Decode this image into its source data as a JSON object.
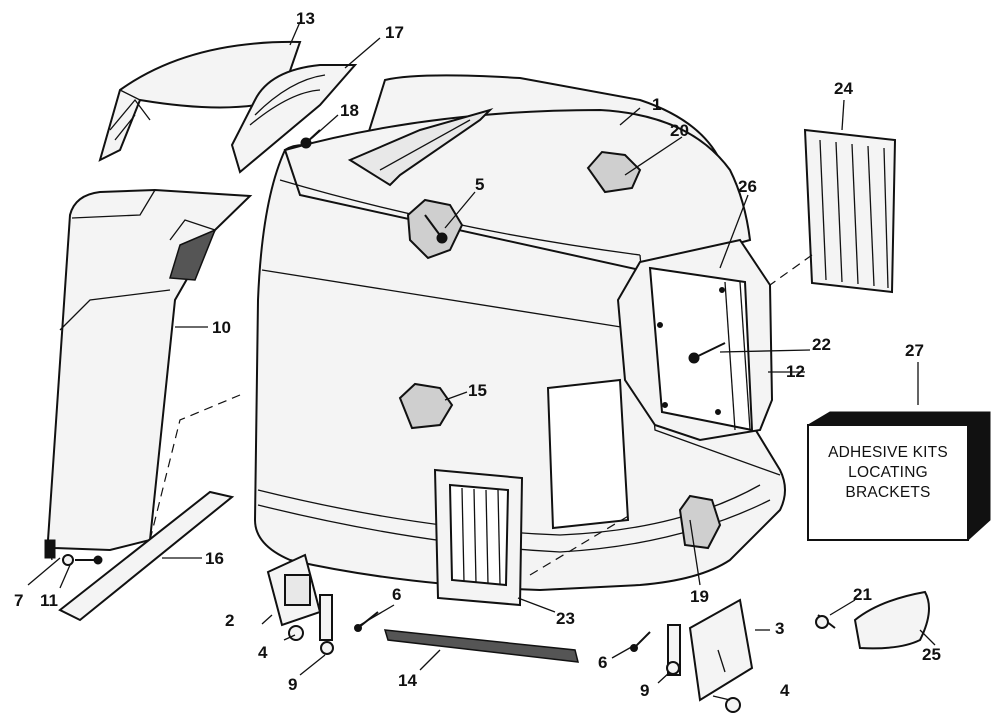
{
  "callouts": {
    "c1": "1",
    "c2": "2",
    "c3": "3",
    "c4a": "4",
    "c4b": "4",
    "c5": "5",
    "c6a": "6",
    "c6b": "6",
    "c7": "7",
    "c9a": "9",
    "c9b": "9",
    "c10": "10",
    "c11": "11",
    "c12": "12",
    "c13": "13",
    "c14": "14",
    "c15": "15",
    "c16": "16",
    "c17": "17",
    "c18": "18",
    "c19": "19",
    "c20": "20",
    "c21": "21",
    "c22": "22",
    "c23": "23",
    "c24": "24",
    "c25": "25",
    "c26": "26",
    "c27": "27"
  },
  "kit_box": {
    "line1": "ADHESIVE KITS",
    "line2": "LOCATING",
    "line3": "BRACKETS"
  }
}
